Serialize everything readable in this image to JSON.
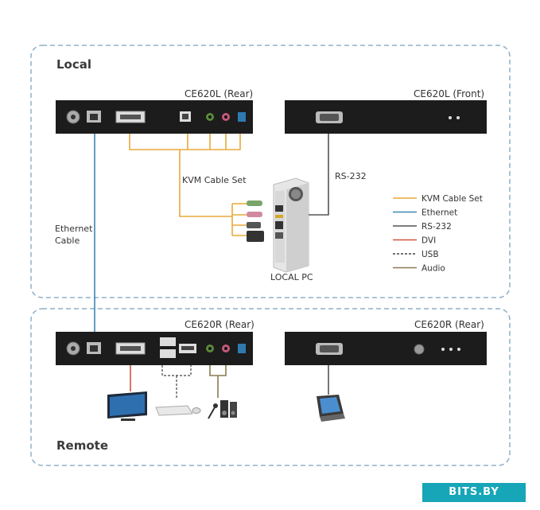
{
  "regions": {
    "local": "Local",
    "remote": "Remote"
  },
  "devices": {
    "local_rear": "CE620L (Rear)",
    "local_front": "CE620L (Front)",
    "remote_rear_left": "CE620R (Rear)",
    "remote_rear_right": "CE620R (Rear)",
    "local_pc": "LOCAL PC"
  },
  "cables": {
    "kvm_set": "KVM Cable Set",
    "rs232": "RS-232",
    "ethernet_line1": "Ethernet",
    "ethernet_line2": "Cable"
  },
  "legend": [
    {
      "label": "KVM Cable Set",
      "color": "#e8a93a",
      "style": "solid"
    },
    {
      "label": "Ethernet",
      "color": "#3a86b8",
      "style": "solid"
    },
    {
      "label": "RS-232",
      "color": "#555555",
      "style": "solid"
    },
    {
      "label": "DVI",
      "color": "#d0553a",
      "style": "solid"
    },
    {
      "label": "USB",
      "color": "#444444",
      "style": "dashed"
    },
    {
      "label": "Audio",
      "color": "#8a7a55",
      "style": "solid"
    }
  ],
  "watermark": "BITS.BY",
  "colors": {
    "region_border": "#8fb0c8",
    "device_body": "#1c1c1c",
    "kvm": "#e8a93a",
    "ethernet": "#3a86b8",
    "rs232": "#555555",
    "dvi": "#d0553a",
    "audio": "#8a7a55"
  }
}
